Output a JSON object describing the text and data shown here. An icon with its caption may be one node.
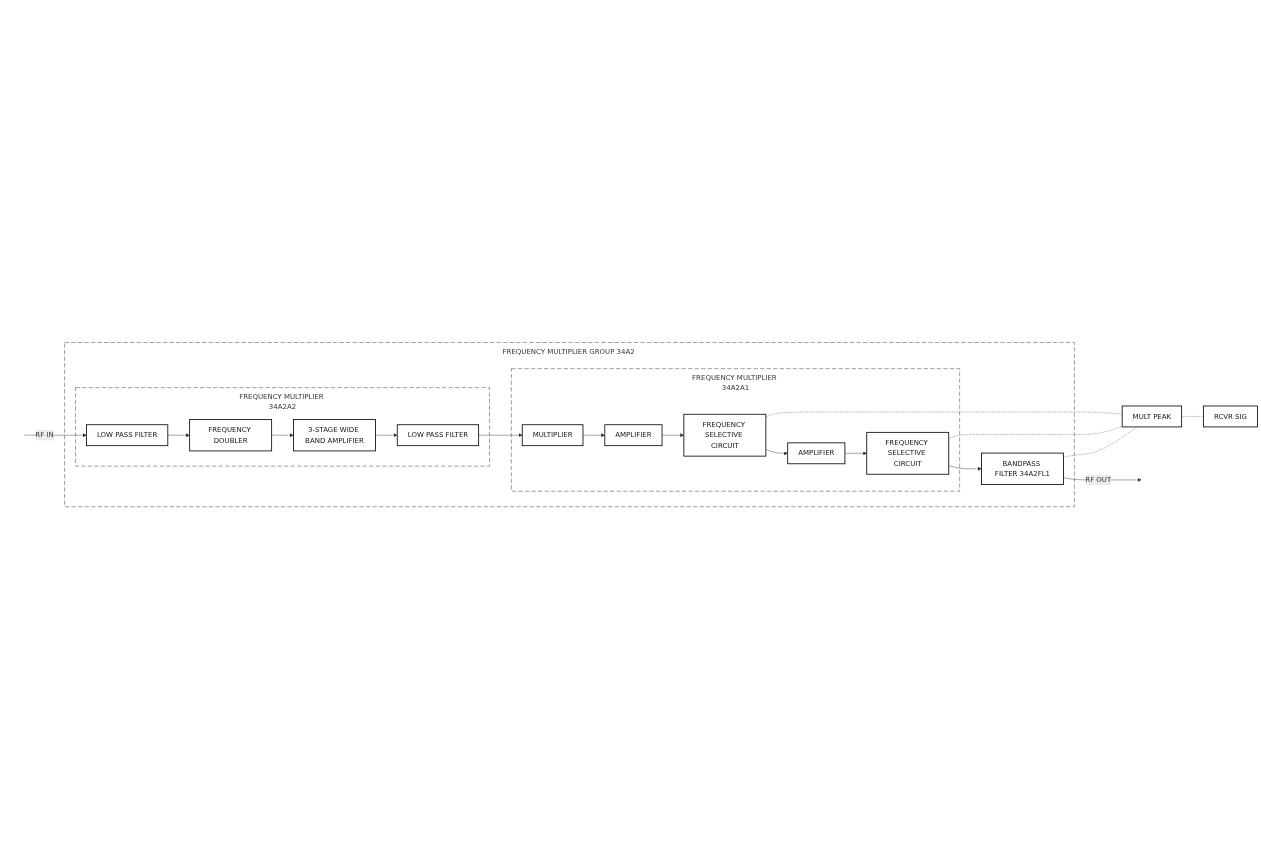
{
  "diagram": {
    "nodes": [
      {
        "text": [
          "FREQUENCY MULTIPLIER GROUP 34A2"
        ]
      },
      {
        "text": [
          "FREQUENCY MULTIPLIER 34A2A2"
        ],
        "in": 0
      },
      {
        "text": [
          "LOW PASS FILTER"
        ],
        "in": 1
      },
      {
        "text": [
          "FREQUENCY DOUBLER"
        ],
        "in": 1
      },
      {
        "text": [
          "3-STAGE WIDE BAND AMPLIFIER"
        ],
        "in": 1
      },
      {
        "text": [
          "LOW PASS FILTER"
        ],
        "in": 1
      },
      {
        "text": [
          "FREQUENCY MULTIPLIER 34A2A1"
        ],
        "in": 0
      },
      {
        "text": [
          "MULTIPLIER"
        ],
        "in": 6
      },
      {
        "text": [
          "AMPLIFIER"
        ],
        "in": 6
      },
      {
        "text": [
          "FREQUENCY SELECTIVE CIRCUIT"
        ],
        "in": 6
      },
      {
        "text": [
          "AMPLIFIER"
        ],
        "in": 6
      },
      {
        "text": [
          "FREQUENCY SELECTIVE CIRCUIT"
        ],
        "in": 6
      },
      {
        "text": [
          "BANDPASS FILTER 34A2FL1"
        ],
        "in": 0
      },
      {
        "text": [
          "MULT PEAK"
        ]
      },
      {
        "text": [
          "RCVR SIG"
        ]
      }
    ],
    "edges": [
      {
        "from": null,
        "to": 2,
        "arrow": "to",
        "label": "RF IN"
      },
      {
        "from": 2,
        "to": 3,
        "arrow": "to"
      },
      {
        "from": 3,
        "to": 4,
        "arrow": "to"
      },
      {
        "from": 4,
        "to": 5,
        "arrow": "to"
      },
      {
        "from": 5,
        "to": 7,
        "arrow": "to"
      },
      {
        "from": 7,
        "to": 8,
        "arrow": "to"
      },
      {
        "from": 8,
        "to": 9,
        "arrow": "to"
      },
      {
        "from": 9,
        "to": 10,
        "arrow": "to"
      },
      {
        "from": 10,
        "to": 11,
        "arrow": "to"
      },
      {
        "from": 11,
        "to": 12,
        "arrow": "to"
      },
      {
        "from": 12,
        "to": null,
        "arrow": "to",
        "label": "RF OUT"
      },
      {
        "from": 9,
        "to": 13,
        "arrow": "none",
        "style": "dashed"
      },
      {
        "from": 11,
        "to": 13,
        "arrow": "none",
        "style": "dashed"
      },
      {
        "from": 12,
        "to": 13,
        "arrow": "none",
        "style": "dashed"
      },
      {
        "from": 13,
        "to": 14,
        "arrow": "none",
        "style": "dashed"
      }
    ]
  }
}
